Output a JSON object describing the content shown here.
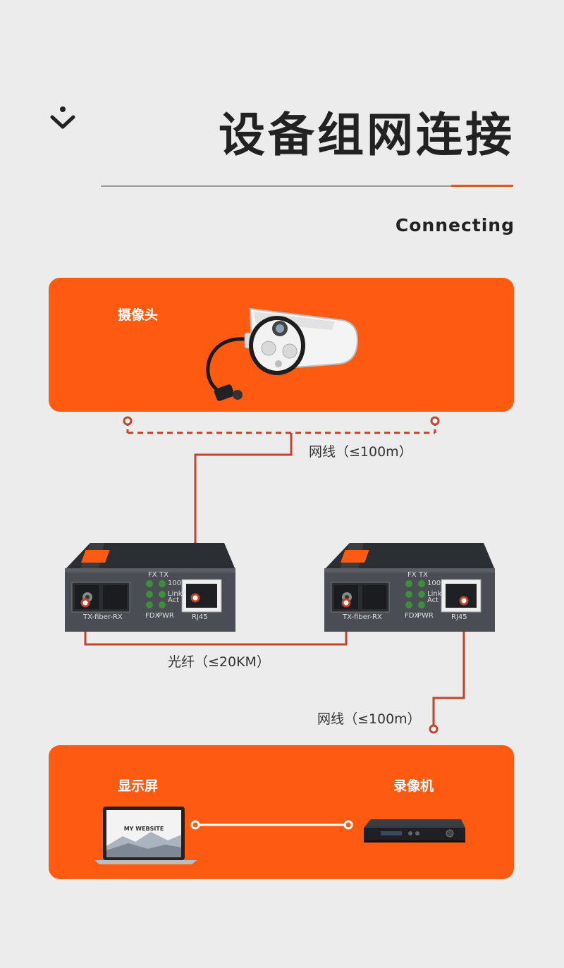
{
  "header": {
    "title": "设备组网连接",
    "subtitle": "Connecting"
  },
  "colors": {
    "accent": "#ff5a11",
    "line": "#c0452b",
    "background": "#ececec",
    "text": "#222222"
  },
  "top_panel": {
    "label": "摄像头",
    "icon": "ip-camera-icon"
  },
  "connections": {
    "cable_top": "网线（≤100m）",
    "fiber": "光纤（≤20KM）",
    "cable_bottom": "网线（≤100m）"
  },
  "converters": [
    {
      "fiber_port_label": "TX-fiber-RX",
      "rj45_label": "RJ45",
      "led_labels": [
        "FX",
        "TX",
        "100",
        "Link/",
        "Act",
        "FDX",
        "PWR"
      ]
    },
    {
      "fiber_port_label": "TX-fiber-RX",
      "rj45_label": "RJ45",
      "led_labels": [
        "FX",
        "TX",
        "100",
        "Link/",
        "Act",
        "FDX",
        "PWR"
      ]
    }
  ],
  "bottom_panel": {
    "monitor_label": "显示屏",
    "recorder_label": "录像机",
    "laptop_screen_text": "MY WEBSITE",
    "icons": [
      "laptop-icon",
      "nvr-recorder-icon"
    ]
  }
}
